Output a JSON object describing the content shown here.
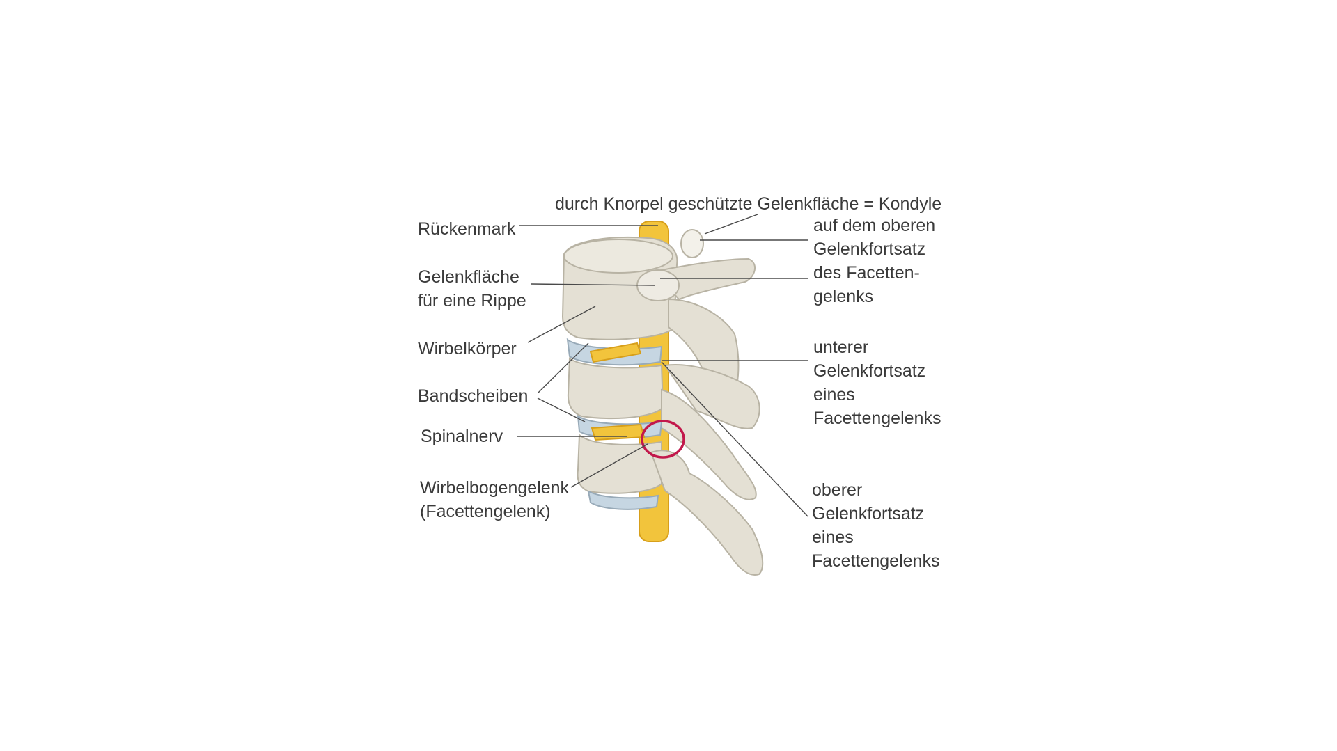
{
  "colors": {
    "bone": "#e4e0d4",
    "bone_shadow": "#b8b3a4",
    "disc": "#c6d6e2",
    "nerve": "#f2c43c",
    "nerve_dark": "#d79f1a",
    "highlight_circle": "#c2184b",
    "leader_line": "#4a4a4a",
    "text": "#3a3a3a"
  },
  "labels": {
    "kondyle_title": "durch Knorpel geschützte Gelenkfläche = Kondyle",
    "rueckenmark": "Rückenmark",
    "gelenkflaeche_rippe": [
      "Gelenkfläche",
      "für eine Rippe"
    ],
    "wirbelkoerper": "Wirbelkörper",
    "bandscheiben": "Bandscheiben",
    "spinalnerv": "Spinalnerv",
    "wirbelbogengelenk": [
      "Wirbelbogengelenk",
      "(Facettengelenk)"
    ],
    "oberer_fortsatz_top": [
      "auf dem oberen",
      "Gelenkfortsatz",
      "des Facetten-",
      "gelenks"
    ],
    "unterer_fortsatz": [
      "unterer",
      "Gelenkfortsatz",
      "eines",
      "Facettengelenks"
    ],
    "oberer_fortsatz_bottom": [
      "oberer",
      "Gelenkfortsatz",
      "eines",
      "Facettengelenks"
    ]
  }
}
